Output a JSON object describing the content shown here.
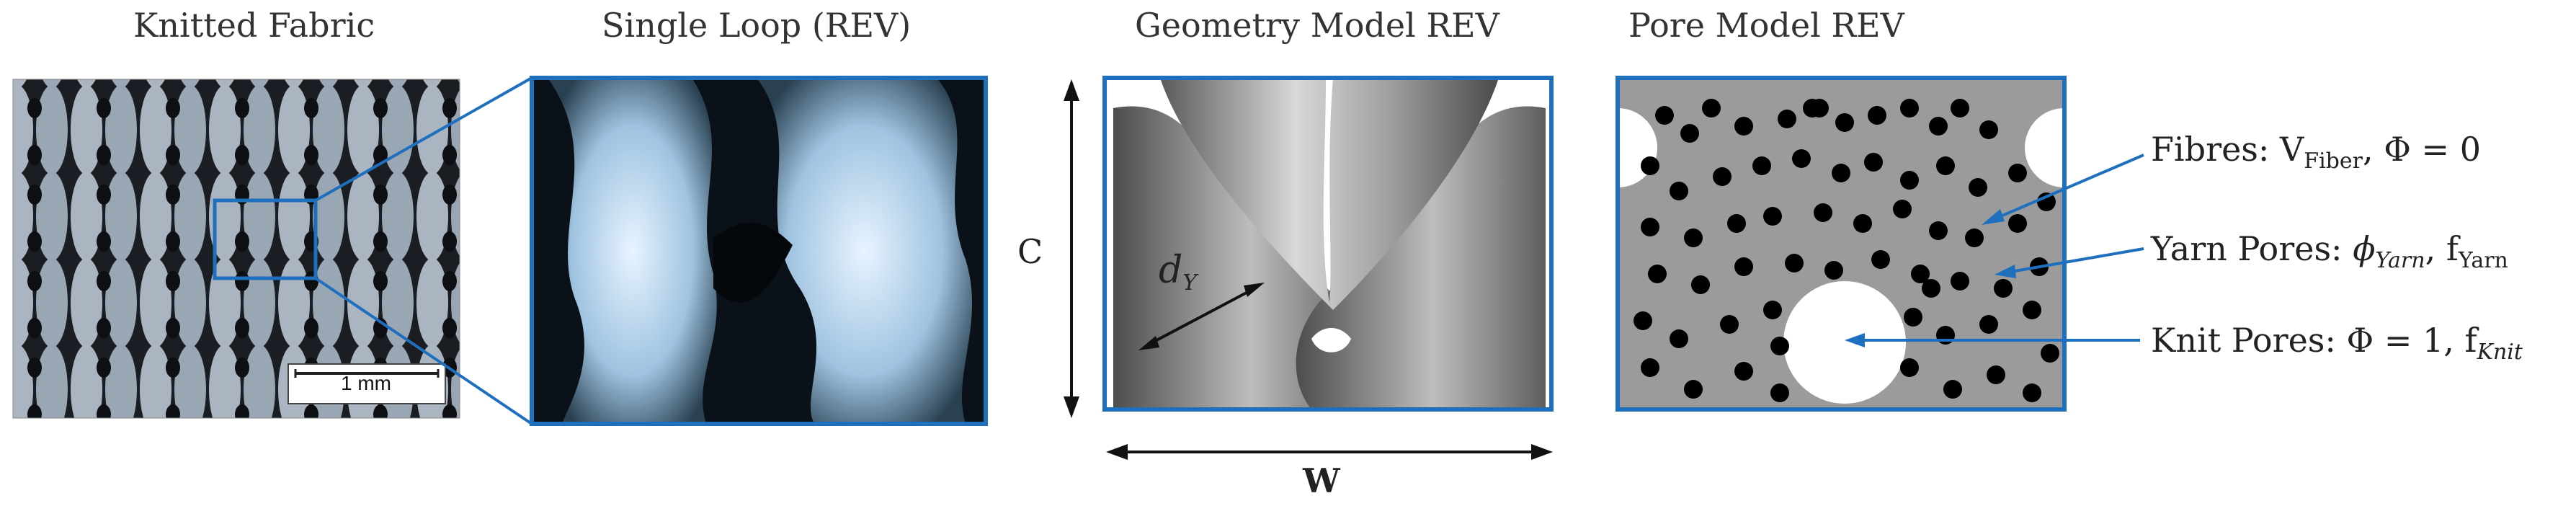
{
  "panels": {
    "p1_title": "Knitted Fabric",
    "p2_title": "Single Loop (REV)",
    "p3_title": "Geometry Model REV",
    "p4_title": "Pore Model REV"
  },
  "scale_bar": {
    "label": "1 mm"
  },
  "geometry": {
    "height_label": "C",
    "width_label": "W",
    "diameter_symbol": "d",
    "diameter_subscript": "Y"
  },
  "legend": {
    "fibres_prefix": "Fibres: ",
    "fibres_symbol": "V",
    "fibres_sub": "Fiber",
    "fibres_suffix": ", Φ = 0",
    "yarn_prefix": "Yarn Pores: ",
    "yarn_phi": "ϕ",
    "yarn_phi_sub": "Yarn",
    "yarn_f": ", f",
    "yarn_f_sub": "Yarn",
    "knit_prefix": "Knit Pores: Φ = 1, f",
    "knit_f_sub": "Knit"
  },
  "colors": {
    "frame_blue": "#1f6fbf",
    "pore_grey": "#999999",
    "fibre_black": "#000000",
    "knit_pore_white": "#ffffff"
  }
}
